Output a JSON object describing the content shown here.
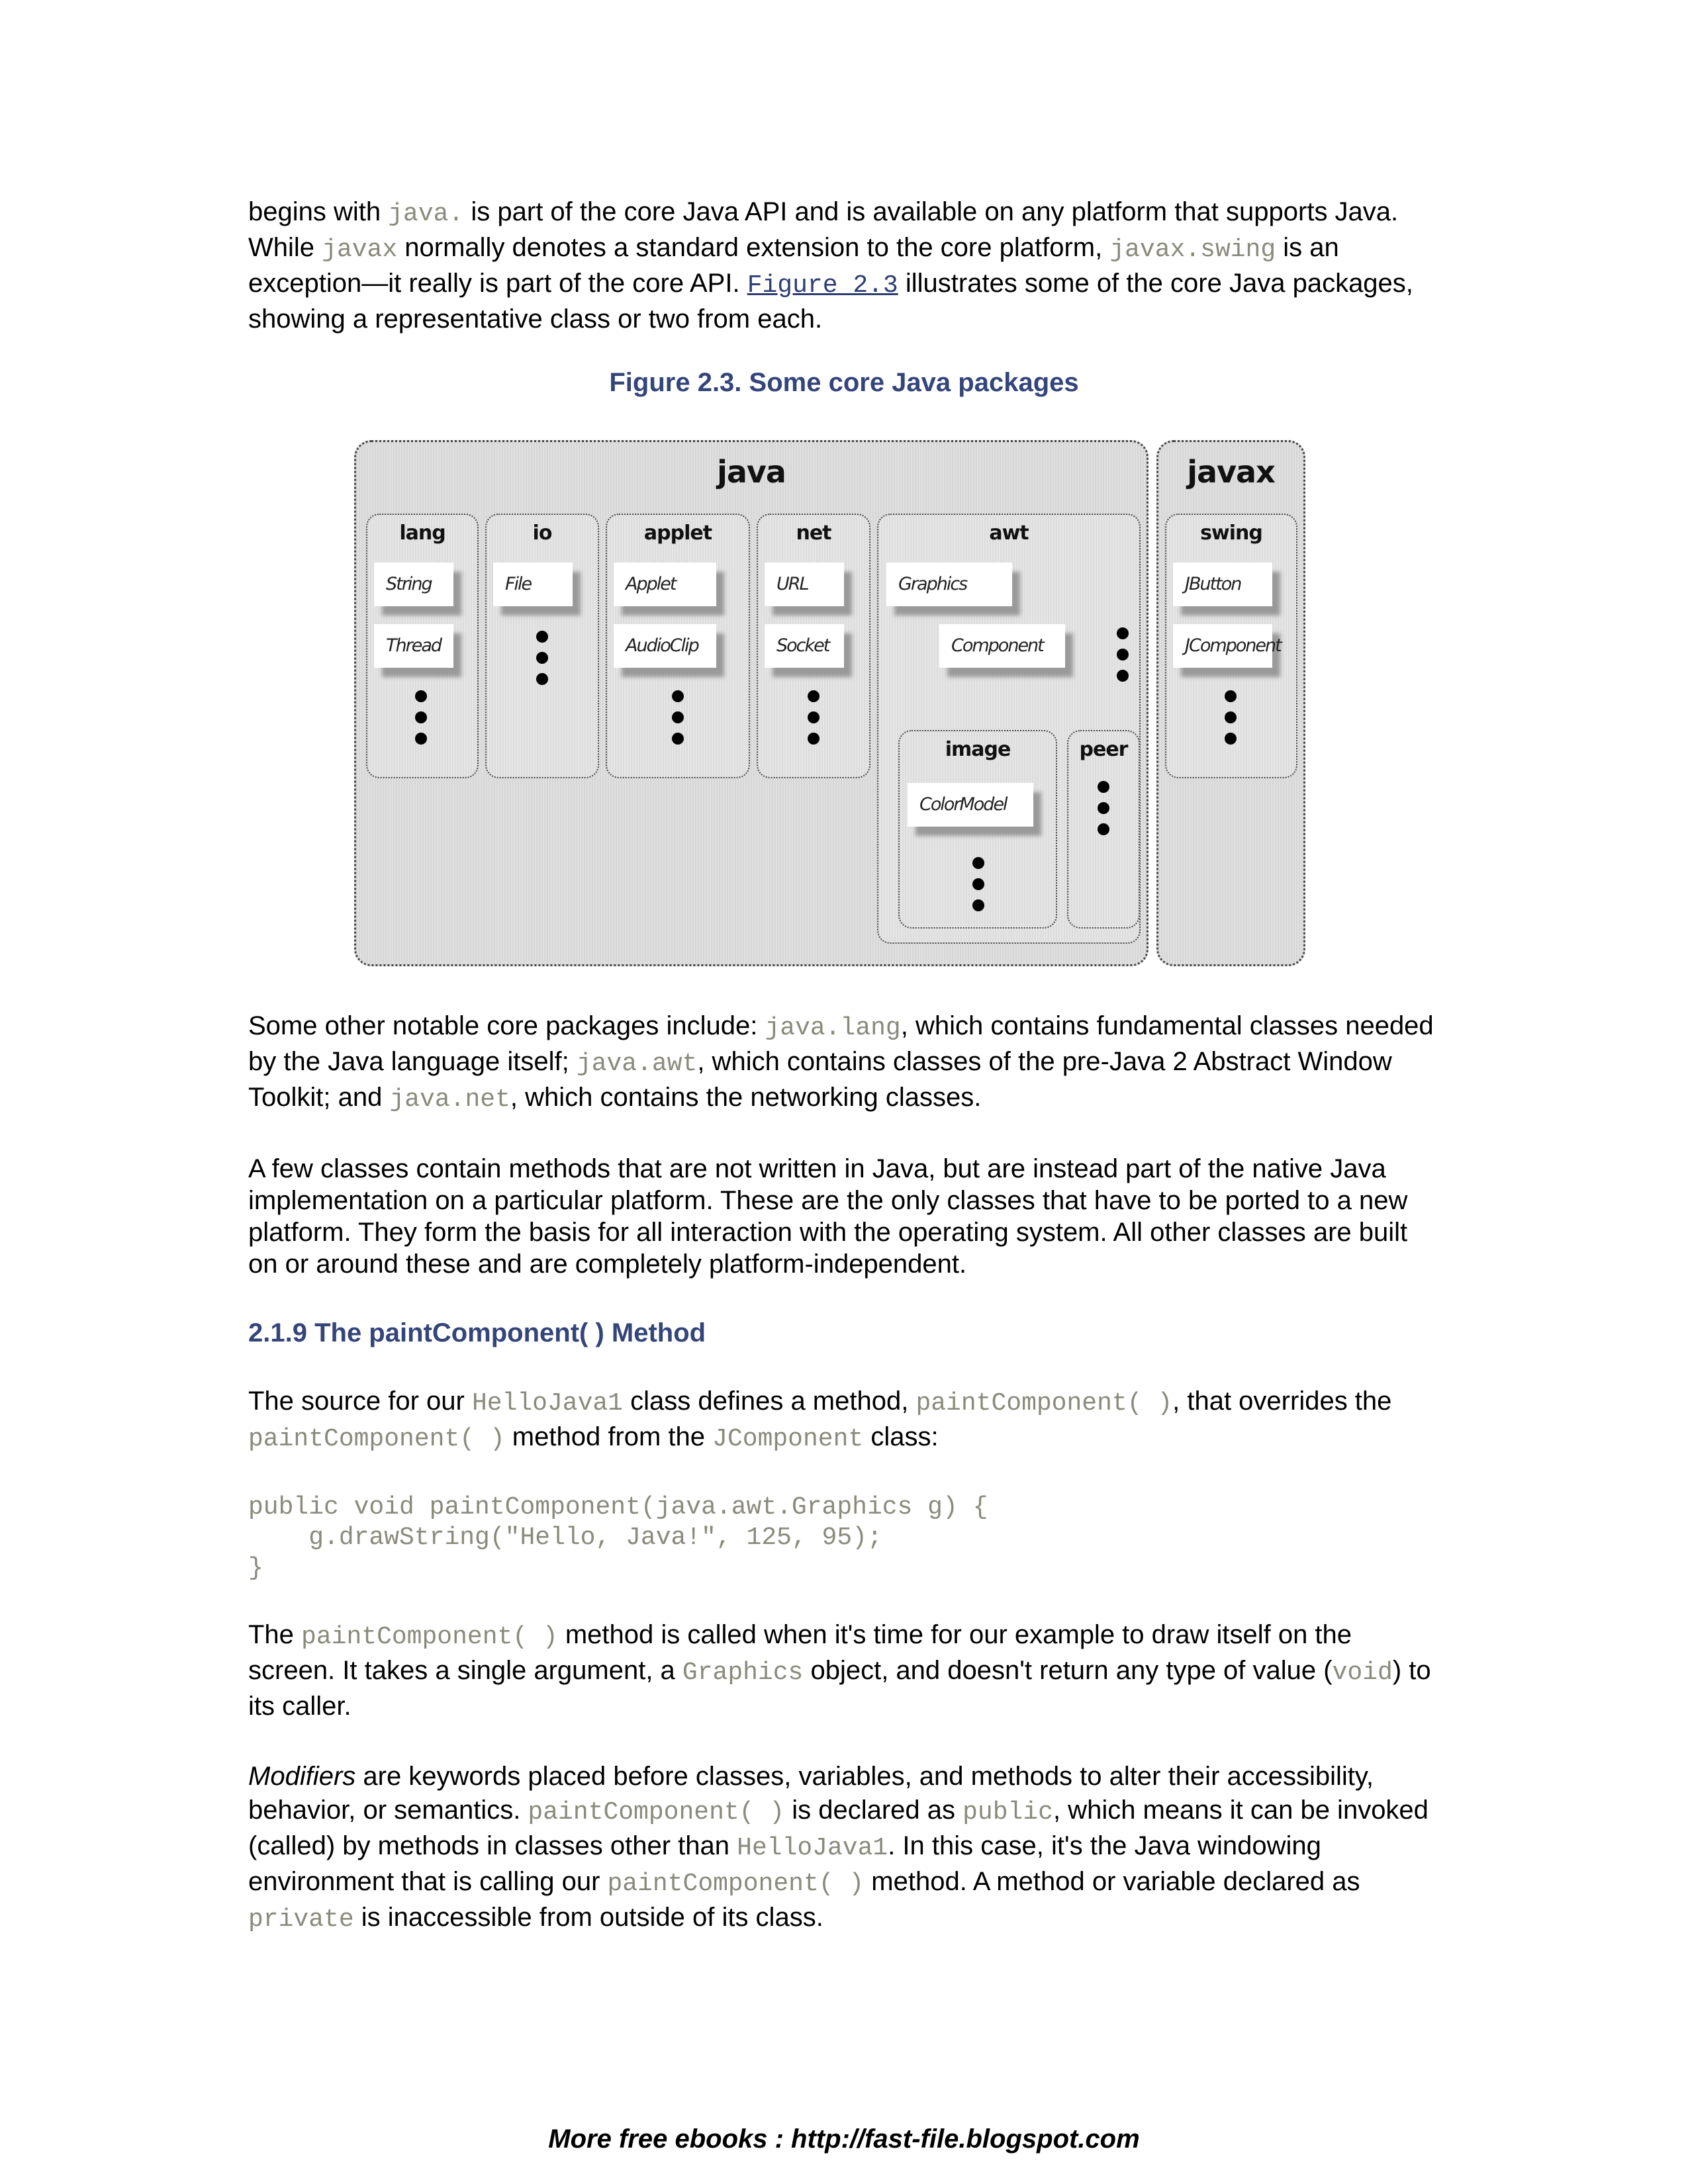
{
  "paragraphs": {
    "intro": {
      "t1": "begins with ",
      "c1": "java.",
      "t2": " is part of the core Java API and is available on any platform that supports Java. While ",
      "c2": "javax",
      "t3": " normally denotes a standard extension to the core platform, ",
      "c3": "javax.swing",
      "t4": " is an exception—it really is part of the core API. ",
      "link": "Figure 2.3",
      "t5": " illustrates some of the core Java packages, showing a representative class or two from each."
    },
    "notable": {
      "t1": "Some other notable core packages include: ",
      "c1": "java.lang",
      "t2": ", which contains fundamental classes needed by the Java language itself; ",
      "c2": "java.awt",
      "t3": ", which contains classes of the pre-Java 2 Abstract Window Toolkit; and ",
      "c3": "java.net",
      "t4": ", which contains the networking classes."
    },
    "native": "A few classes contain methods that are not written in Java, but are instead part of the native Java implementation on a particular platform. These are the only classes that have to be ported to a new platform. They form the basis for all interaction with the operating system. All other classes are built on or around these and are completely platform-independent.",
    "source": {
      "t1": "The source for our ",
      "c1": "HelloJava1",
      "t2": " class defines a method, ",
      "c2": "paintComponent( )",
      "t3": ", that overrides the ",
      "c3": "paintComponent( )",
      "t4": " method from the ",
      "c4": "JComponent",
      "t5": " class:"
    },
    "called": {
      "t1": "The ",
      "c1": "paintComponent( )",
      "t2": " method is called when it's time for our example to draw itself on the screen. It takes a single argument, a ",
      "c2": "Graphics",
      "t3": " object, and doesn't return any type of value (",
      "c3": "void",
      "t4": ") to its caller."
    },
    "modifiers": {
      "em": "Modifiers",
      "t1": " are keywords placed before classes, variables, and methods to alter their accessibility, behavior, or semantics. ",
      "c1": "paintComponent( )",
      "t2": " is declared as ",
      "c2": "public",
      "t3": ", which means it can be invoked (called) by methods in classes other than ",
      "c3": "HelloJava1",
      "t4": ". In this case, it's the Java windowing environment that is calling our ",
      "c4": "paintComponent( )",
      "t5": " method. A method or variable declared as ",
      "c5": "private",
      "t6": " is inaccessible from outside of its class."
    }
  },
  "figure": {
    "title": "Figure 2.3. Some core Java packages",
    "java": {
      "label": "java",
      "lang": {
        "label": "lang",
        "classes": [
          "String",
          "Thread"
        ]
      },
      "io": {
        "label": "io",
        "classes": [
          "File"
        ]
      },
      "applet": {
        "label": "applet",
        "classes": [
          "Applet",
          "AudioClip"
        ]
      },
      "net": {
        "label": "net",
        "classes": [
          "URL",
          "Socket"
        ]
      },
      "awt": {
        "label": "awt",
        "classes": [
          "Graphics",
          "Component"
        ],
        "image": {
          "label": "image",
          "classes": [
            "ColorModel"
          ]
        },
        "peer": {
          "label": "peer"
        }
      }
    },
    "javax": {
      "label": "javax",
      "swing": {
        "label": "swing",
        "classes": [
          "JButton",
          "JComponent"
        ]
      }
    }
  },
  "section": {
    "heading": "2.1.9 The paintComponent( ) Method"
  },
  "code": {
    "lines": [
      "public void paintComponent(java.awt.Graphics g) {",
      "    g.drawString(\"Hello, Java!\", 125, 95);",
      "}"
    ]
  },
  "footer": {
    "text": "More free ebooks  :  http://fast-file.blogspot.com"
  }
}
